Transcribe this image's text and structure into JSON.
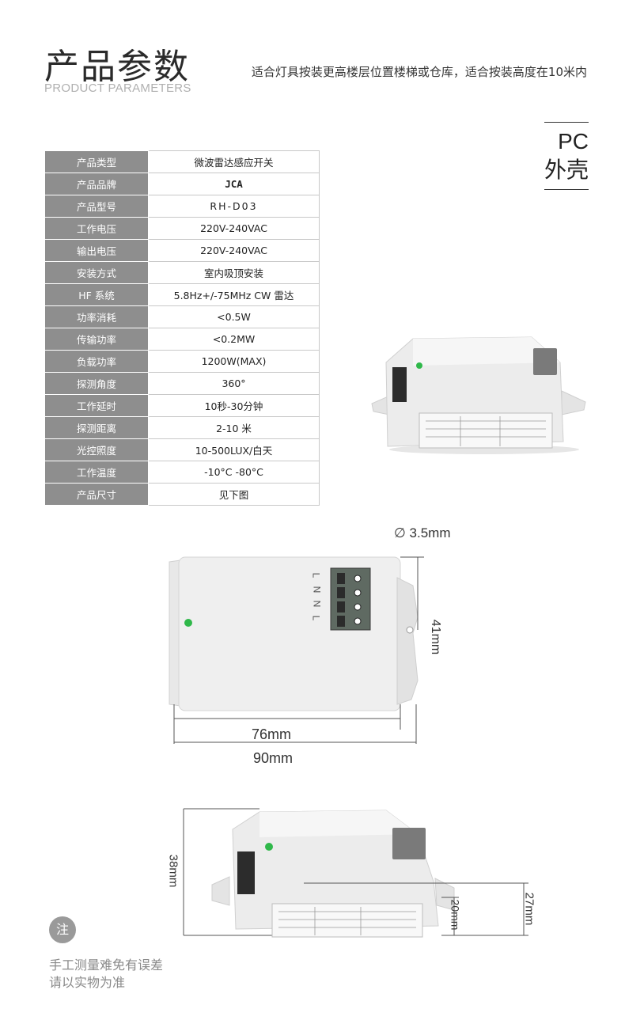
{
  "header": {
    "title_cn": "产品参数",
    "title_en": "PRODUCT PARAMETERS",
    "tagline": "适合灯具按装更高楼层位置楼梯或仓库，适合按装高度在10米内"
  },
  "housing": {
    "line1": "PC",
    "line2": "外壳"
  },
  "specs": [
    {
      "label": "产品类型",
      "value": "微波雷达感应开关"
    },
    {
      "label": "产品品牌",
      "value": "JCA"
    },
    {
      "label": "产品型号",
      "value": "RH-D03"
    },
    {
      "label": "工作电压",
      "value": "220V-240VAC"
    },
    {
      "label": "输出电压",
      "value": "220V-240VAC"
    },
    {
      "label": "安装方式",
      "value": "室内吸顶安装"
    },
    {
      "label": "HF 系统",
      "value": "5.8Hz+/-75MHz CW 雷达"
    },
    {
      "label": "功率消耗",
      "value": "<0.5W"
    },
    {
      "label": "传输功率",
      "value": "<0.2MW"
    },
    {
      "label": "负载功率",
      "value": "1200W(MAX)"
    },
    {
      "label": "探测角度",
      "value": "360°"
    },
    {
      "label": "工作延时",
      "value": "10秒-30分钟"
    },
    {
      "label": "探测距离",
      "value": "2-10 米"
    },
    {
      "label": "光控照度",
      "value": "10-500LUX/白天"
    },
    {
      "label": "工作温度",
      "value": "-10°C -80°C"
    },
    {
      "label": "产品尺寸",
      "value": "见下图"
    }
  ],
  "dimensions": {
    "hole": "∅ 3.5mm",
    "height_top": "41mm",
    "inner_width": "76mm",
    "outer_width": "90mm",
    "total_height": "38mm",
    "mid_height": "27mm",
    "low_height": "20mm",
    "terminal_labels": [
      "L",
      "N",
      "N",
      "L"
    ]
  },
  "note": {
    "badge": "注",
    "line1": "手工测量难免有误差",
    "line2": "请以实物为准"
  },
  "colors": {
    "table_label_bg": "#8e8e8e",
    "led": "#2fb84a",
    "terminal": "#6d6d6d"
  }
}
